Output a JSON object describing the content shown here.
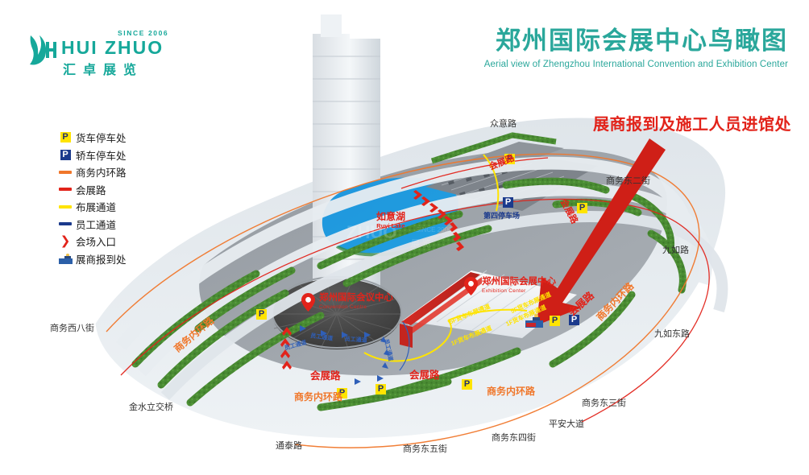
{
  "header": {
    "logo": {
      "since": "SINCE 2006",
      "name_en": "HUI ZHUO",
      "name_cn": "汇卓展览",
      "mark_icon": "hui-zhuo-logo-mark"
    },
    "title_cn": "郑州国际会展中心鸟瞰图",
    "title_en": "Aerial view of Zhengzhou International Convention and Exhibition Center",
    "accent_color": "#2aa79b"
  },
  "legend": {
    "items": [
      {
        "icon": "parking-truck-icon",
        "icon_glyph": "P",
        "color": "#ffe400",
        "label": "货车停车处"
      },
      {
        "icon": "parking-car-icon",
        "icon_glyph": "P",
        "color": "#1b3a8c",
        "label": "轿车停车处"
      },
      {
        "icon": "road-line-orange-icon",
        "icon_glyph": "",
        "color": "#f0772b",
        "label": "商务内环路"
      },
      {
        "icon": "road-line-red-icon",
        "icon_glyph": "",
        "color": "#e2231a",
        "label": "会展路"
      },
      {
        "icon": "road-line-yellow-icon",
        "icon_glyph": "",
        "color": "#ffe400",
        "label": "布展通道"
      },
      {
        "icon": "road-line-blue-icon",
        "icon_glyph": "",
        "color": "#1b3a8c",
        "label": "员工通道"
      },
      {
        "icon": "entrance-chevron-icon",
        "icon_glyph": "❯",
        "color": "#e2231a",
        "label": "会场入口"
      },
      {
        "icon": "registration-desk-icon",
        "icon_glyph": "",
        "color": "#2b5fa8",
        "label": "展商报到处"
      }
    ]
  },
  "annotation": {
    "text": "展商报到及施工人员进馆处",
    "color": "#e2231a",
    "arrow_icon": "red-pointer-arrow-icon"
  },
  "map": {
    "lake": {
      "name_cn": "如意湖",
      "name_en": "Ruyi Lake",
      "color": "#1f9fe0"
    },
    "pins": [
      {
        "icon": "map-pin-icon",
        "name_cn": "郑州国际会议中心",
        "name_en": "Convention Centre"
      },
      {
        "icon": "map-pin-icon",
        "name_cn": "郑州国际会展中心",
        "name_en": "Exhibition Center"
      }
    ],
    "parking_lot_label": "第四停车场",
    "street_labels": [
      "众意路",
      "商务东二街",
      "九如路",
      "九如东路",
      "商务东三街",
      "平安大道",
      "商务东四街",
      "商务东五街",
      "通泰路",
      "金水立交桥",
      "商务西八街"
    ],
    "road_labels_red": [
      "会展路",
      "会展路",
      "会展路",
      "会展路",
      "会展路"
    ],
    "road_labels_orange": [
      "商务内环路",
      "商务内环路",
      "商务内环路",
      "商务内环路"
    ],
    "corridor_labels_yellow": [
      "5F货车布展通道",
      "1F货车布展通道",
      "5F货车布展通道",
      "1F货车布展通道"
    ],
    "staff_labels_blue": [
      "员工通道",
      "员工通道",
      "员工通道",
      "员工通道"
    ]
  }
}
